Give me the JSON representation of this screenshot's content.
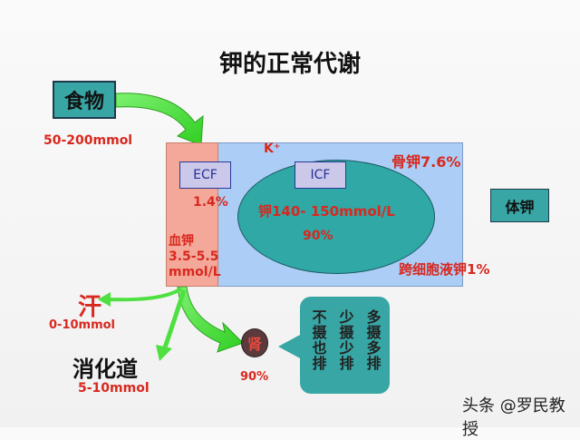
{
  "title": "钾的正常代谢",
  "food": {
    "label": "食物",
    "amount": "50-200mmol"
  },
  "compartments": {
    "ecf_label": "ECF",
    "icf_label": "ICF",
    "k_symbol": "K⁺",
    "ecf_pct": "1.4%",
    "icf_conc": "钾140- 150mmol/L",
    "icf_pct": "90%",
    "blood_line1": "血钾",
    "blood_line2": "3.5-5.5",
    "blood_line3": "mmol/L",
    "bone": "骨钾7.6%",
    "transcellular": "跨细胞液钾1%"
  },
  "body_k": "体钾",
  "sweat": {
    "label": "汗",
    "amount": "0-10mmol"
  },
  "digestive": {
    "label": "消化道",
    "amount": "5-10mmol"
  },
  "kidney": {
    "icon_text": "肾",
    "pct": "90%"
  },
  "callout": {
    "col1": "多摄多排",
    "col2": "少摄少排",
    "col3": "不摄也排"
  },
  "watermark": "头条 @罗民教授",
  "colors": {
    "teal": "#37a6a4",
    "red_text": "#d8281f",
    "green_arrow": "#4ee040",
    "ecf_pink": "#f4a89a",
    "box_blue": "#abcdf6"
  }
}
